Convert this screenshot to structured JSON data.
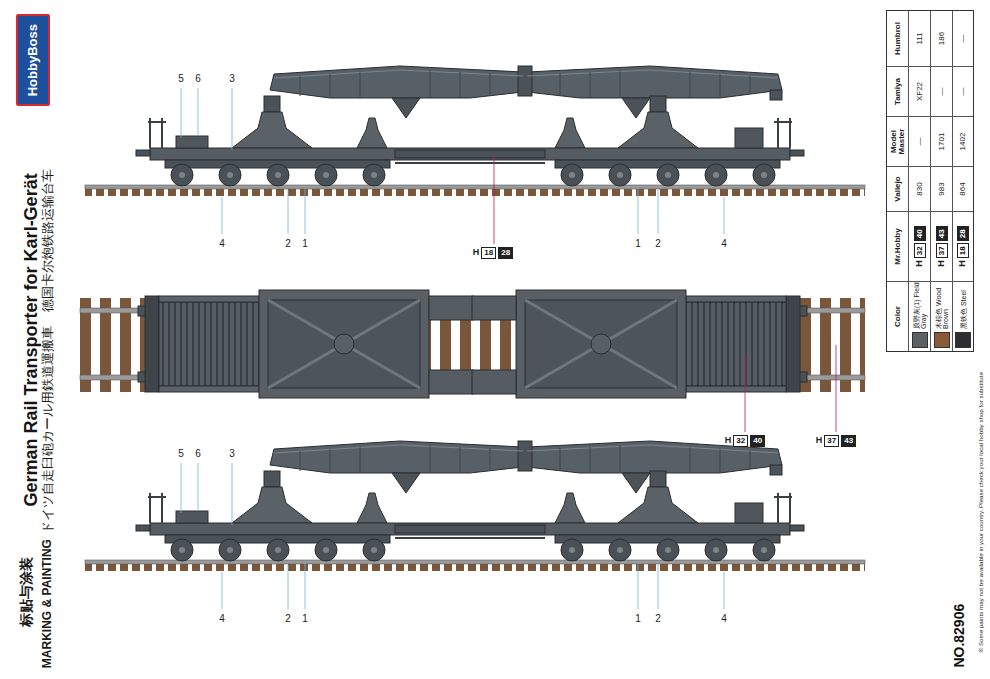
{
  "diagram": {
    "title": "German Rail Transporter for Karl-Gerät",
    "nodes": [
      {
        "text": [
          "HobbyBoss"
        ]
      }
    ],
    "labels": [
      "标贴与涂装",
      "MARKING & PAINTING",
      "ドイツ自走臼砲カール用鉄道運搬車",
      "德国卡尔炮铁路运输台车",
      "5",
      "6",
      "3",
      "4",
      "2",
      "1",
      "H",
      "18",
      "28",
      "1",
      "2",
      "4",
      "H",
      "32",
      "40",
      "H",
      "37",
      "43",
      "5",
      "6",
      "3",
      "4",
      "2",
      "1",
      "1",
      "2",
      "4",
      "Color",
      "Mr.Hobby",
      "Vallejo",
      "Model Master",
      "Tamiya",
      "Humbrol",
      "H",
      "32",
      "40",
      "830",
      "—",
      "XF22",
      "111",
      "H",
      "37",
      "43",
      "983",
      "1701",
      "—",
      "186",
      "H",
      "18",
      "28",
      "864",
      "1402",
      "—",
      "—",
      "※ Some paints may not be available in your country. Please check your local hobby shop for substitute",
      "NO.82906"
    ],
    "legend": [
      {
        "text": "原野灰(1) Field Gray",
        "color": "#5a6064"
      },
      {
        "text": "木棕色 Wood Brown",
        "color": "#8a5a36"
      },
      {
        "text": "黑铁色 Steel",
        "color": "#2e2e30"
      }
    ]
  }
}
